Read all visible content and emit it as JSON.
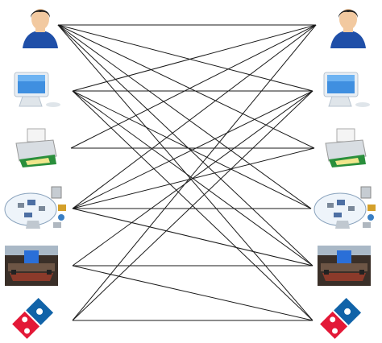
{
  "nodes": [
    {
      "id": "user",
      "icon": "user-icon"
    },
    {
      "id": "computer",
      "icon": "imac-computer-icon"
    },
    {
      "id": "printer",
      "icon": "printer-icon"
    },
    {
      "id": "network",
      "icon": "network-cloud-icon"
    },
    {
      "id": "conference",
      "icon": "conference-room-icon"
    },
    {
      "id": "dominos",
      "icon": "dominos-pizza-logo-icon"
    }
  ],
  "connections": [
    [
      "L0",
      "R0"
    ],
    [
      "L0",
      "R1"
    ],
    [
      "L0",
      "R2"
    ],
    [
      "L0",
      "R3"
    ],
    [
      "L0",
      "R4"
    ],
    [
      "L0",
      "R5"
    ],
    [
      "L1",
      "R0"
    ],
    [
      "L1",
      "R1"
    ],
    [
      "L1",
      "R3"
    ],
    [
      "L1",
      "R4"
    ],
    [
      "L1",
      "R5"
    ],
    [
      "L2",
      "R0"
    ],
    [
      "L2",
      "R2"
    ],
    [
      "L3",
      "R0"
    ],
    [
      "L3",
      "R1"
    ],
    [
      "L3",
      "R2"
    ],
    [
      "L3",
      "R3"
    ],
    [
      "L3",
      "R4"
    ],
    [
      "L4",
      "R1"
    ],
    [
      "L4",
      "R4"
    ],
    [
      "L4",
      "R5"
    ],
    [
      "L5",
      "R0"
    ],
    [
      "L5",
      "R1"
    ],
    [
      "L5",
      "R5"
    ]
  ],
  "colors": {
    "line": "#1a1a1a",
    "shirt": "#1f4fa8",
    "hair": "#1b1b1b",
    "skin": "#f2c9a0",
    "domino_blue": "#1163a8",
    "domino_red": "#e31837"
  }
}
